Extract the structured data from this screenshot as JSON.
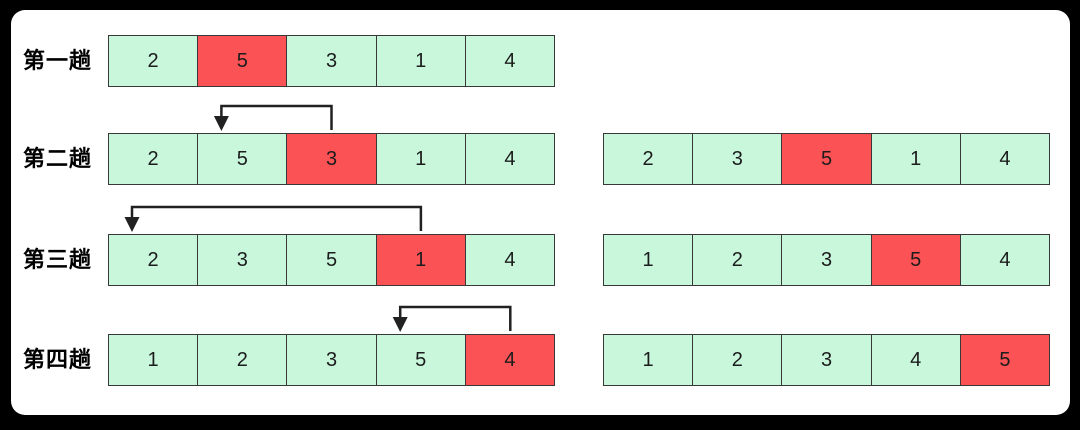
{
  "diagram": {
    "passes": [
      {
        "label": "第一趟",
        "left": {
          "values": [
            "2",
            "5",
            "3",
            "1",
            "4"
          ],
          "highlight": 1
        },
        "arrow": null,
        "right": null
      },
      {
        "label": "第二趟",
        "left": {
          "values": [
            "2",
            "5",
            "3",
            "1",
            "4"
          ],
          "highlight": 2
        },
        "arrow": {
          "from_index": 2,
          "to_index": 1
        },
        "right": {
          "values": [
            "2",
            "3",
            "5",
            "1",
            "4"
          ],
          "highlight": 2
        }
      },
      {
        "label": "第三趟",
        "left": {
          "values": [
            "2",
            "3",
            "5",
            "1",
            "4"
          ],
          "highlight": 3
        },
        "arrow": {
          "from_index": 3,
          "to_index": 0
        },
        "right": {
          "values": [
            "1",
            "2",
            "3",
            "5",
            "4"
          ],
          "highlight": 3
        }
      },
      {
        "label": "第四趟",
        "left": {
          "values": [
            "1",
            "2",
            "3",
            "5",
            "4"
          ],
          "highlight": 4
        },
        "arrow": {
          "from_index": 4,
          "to_index": 3
        },
        "right": {
          "values": [
            "1",
            "2",
            "3",
            "4",
            "5"
          ],
          "highlight": 4
        }
      }
    ],
    "colors": {
      "page_background": "#000000",
      "card_background": "#FFFFFF",
      "cell_default": "#C8F7DC",
      "cell_highlight": "#FA5255",
      "cell_border": "#383838",
      "cell_text": "#1C1C1C",
      "label_text": "#000000",
      "arrow": "#212121"
    }
  }
}
